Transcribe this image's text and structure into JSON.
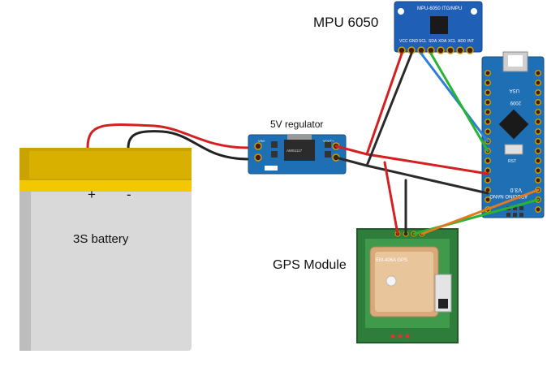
{
  "labels": {
    "mpu": "MPU 6050",
    "regulator": "5V regulator",
    "gps": "GPS Module",
    "battery": "3S battery",
    "plus": "+",
    "minus": "-"
  },
  "board_text": {
    "mpu_chip": "MPU-6050 ITG/MPU",
    "mpu_pins": [
      "VCC",
      "GND",
      "SCL",
      "SDA",
      "XDA",
      "XCL",
      "AD0",
      "INT"
    ],
    "reg_in": "VIN+",
    "reg_out": "VOUT+",
    "reg_chip": "AMS1117",
    "nano_name": "ARDUINO NANO",
    "nano_ver": "V3.0",
    "nano_usb": "USA",
    "nano_year": "2009",
    "nano_rst": "RST",
    "gps_text": "EM-406A GPS"
  },
  "colors": {
    "board_blue": "#1f6fb5",
    "wire_red": "#d42020",
    "wire_black": "#2a2a2a",
    "wire_green": "#28b432",
    "wire_blue": "#2d7fd4",
    "wire_orange": "#e07a1f",
    "battery_gold": "#e8b800",
    "battery_body": "#d8d8d8",
    "gps_pcb": "#2f7d3a"
  }
}
